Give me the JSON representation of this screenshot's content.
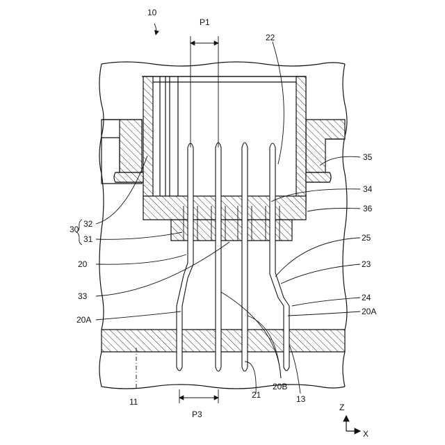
{
  "figure": {
    "ref_main": "10",
    "labels": {
      "p1": "P1",
      "p3": "P3",
      "l22": "22",
      "l35": "35",
      "l34": "34",
      "l36": "36",
      "l30": "30",
      "l32": "32",
      "l31": "31",
      "l20": "20",
      "l25": "25",
      "l23": "23",
      "l33": "33",
      "l24": "24",
      "l20a_left": "20A",
      "l20a_right": "20A",
      "l11": "11",
      "l21": "21",
      "l20b": "20B",
      "l13": "13",
      "axis_z": "Z",
      "axis_x": "X"
    }
  }
}
